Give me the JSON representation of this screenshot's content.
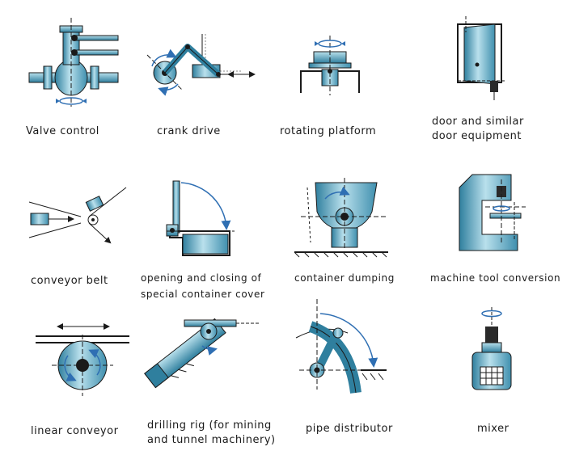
{
  "items": [
    {
      "key": "valve",
      "label": "Valve control"
    },
    {
      "key": "crank",
      "label": "crank drive"
    },
    {
      "key": "platform",
      "label": "rotating platform"
    },
    {
      "key": "door",
      "label_lines": [
        "door and similar",
        "door equipment"
      ]
    },
    {
      "key": "conveyor",
      "label": "conveyor belt"
    },
    {
      "key": "container_cover",
      "label_lines": [
        "opening and closing of",
        "special container cover"
      ]
    },
    {
      "key": "dumping",
      "label": "container dumping"
    },
    {
      "key": "machine_tool",
      "label": "machine tool conversion"
    },
    {
      "key": "linear",
      "label": "linear conveyor"
    },
    {
      "key": "drilling",
      "label_lines": [
        "drilling rig (for mining",
        "and tunnel machinery)"
      ]
    },
    {
      "key": "pipe",
      "label": "pipe distributor"
    },
    {
      "key": "mixer",
      "label": "mixer"
    }
  ],
  "colors": {
    "steel_blue": "#5aa9c4",
    "steel_dark": "#2f7f9e",
    "steel_light": "#b9e0ec",
    "arrow_blue": "#2f6fb3",
    "line": "#1a1a1a"
  }
}
